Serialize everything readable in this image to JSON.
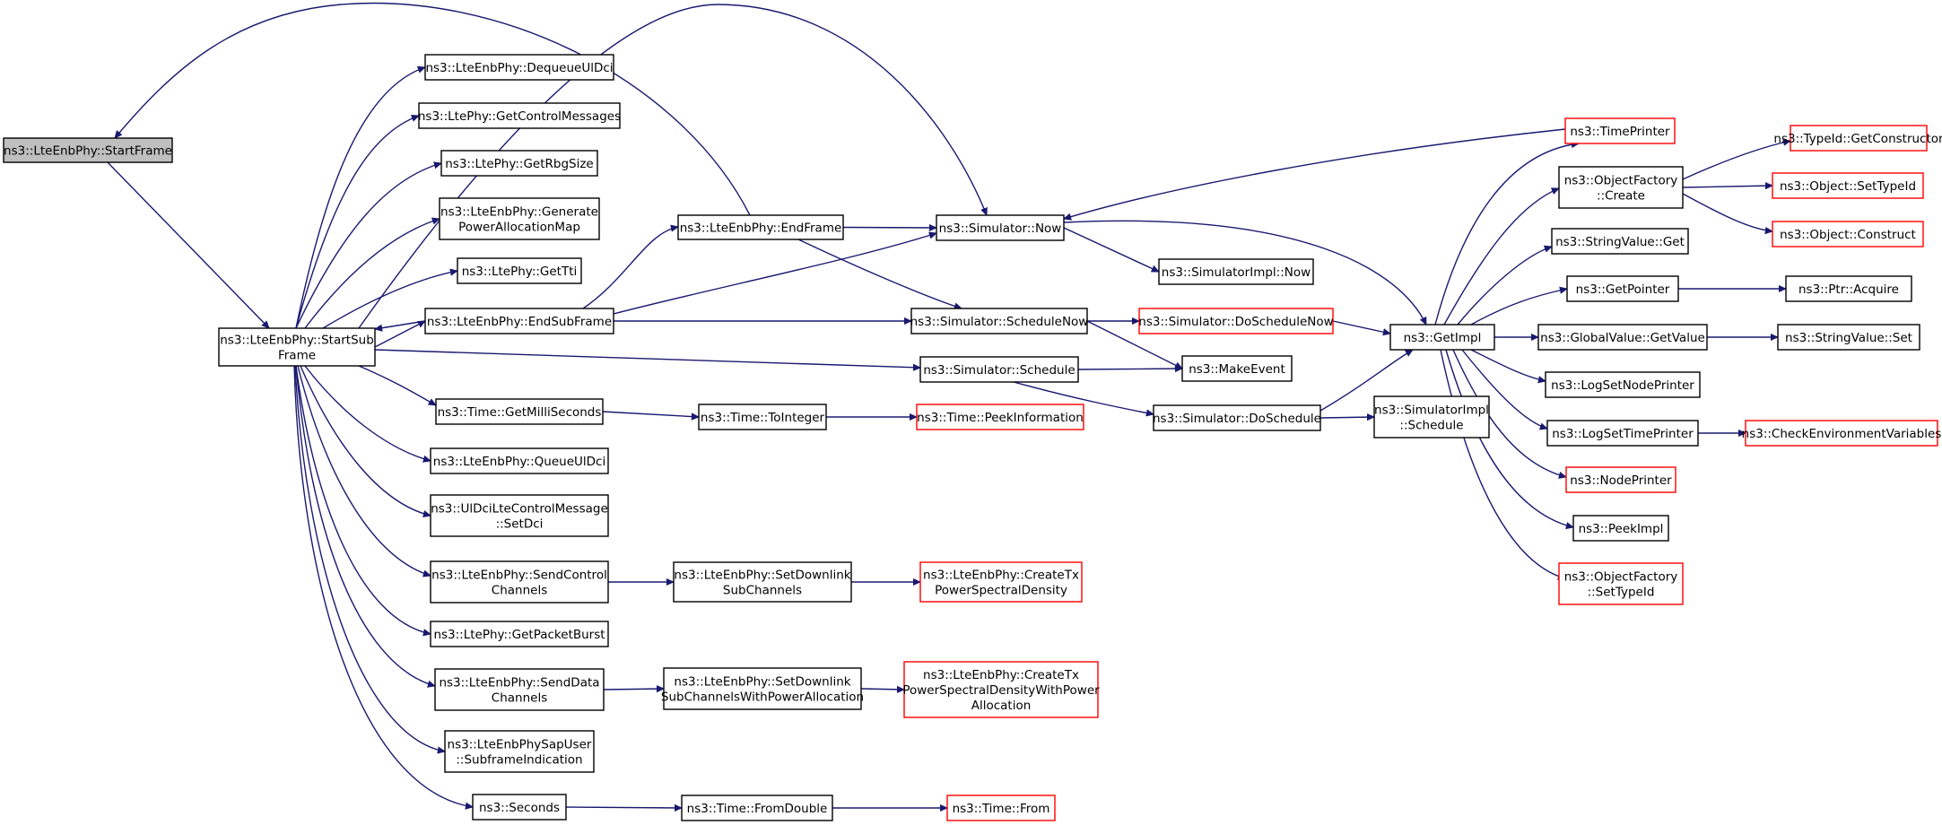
{
  "title": "",
  "colors": {
    "edge": "#191970",
    "node_border": "#000000",
    "external_node_border": "#ff0000",
    "root_fill": "#bfbfbf",
    "background": "#ffffff"
  },
  "nodes": [
    {
      "id": "startframe",
      "lines": [
        "ns3::LteEnbPhy::StartFrame"
      ],
      "kind": "root"
    },
    {
      "id": "startsubframe",
      "lines": [
        "ns3::LteEnbPhy::StartSub",
        "Frame"
      ],
      "kind": "normal"
    },
    {
      "id": "dequeueuldci",
      "lines": [
        "ns3::LteEnbPhy::DequeueUlDci"
      ],
      "kind": "normal"
    },
    {
      "id": "getcontrolmessages",
      "lines": [
        "ns3::LtePhy::GetControlMessages"
      ],
      "kind": "normal"
    },
    {
      "id": "getrbgsize",
      "lines": [
        "ns3::LtePhy::GetRbgSize"
      ],
      "kind": "normal"
    },
    {
      "id": "generatepam",
      "lines": [
        "ns3::LteEnbPhy::Generate",
        "PowerAllocationMap"
      ],
      "kind": "normal"
    },
    {
      "id": "gettti",
      "lines": [
        "ns3::LtePhy::GetTti"
      ],
      "kind": "normal"
    },
    {
      "id": "endsubframe",
      "lines": [
        "ns3::LteEnbPhy::EndSubFrame"
      ],
      "kind": "normal"
    },
    {
      "id": "getmilliseconds",
      "lines": [
        "ns3::Time::GetMilliSeconds"
      ],
      "kind": "normal"
    },
    {
      "id": "queueuldci",
      "lines": [
        "ns3::LteEnbPhy::QueueUlDci"
      ],
      "kind": "normal"
    },
    {
      "id": "setdci",
      "lines": [
        "ns3::UlDciLteControlMessage",
        "::SetDci"
      ],
      "kind": "normal"
    },
    {
      "id": "sendcontrol",
      "lines": [
        "ns3::LteEnbPhy::SendControl",
        "Channels"
      ],
      "kind": "normal"
    },
    {
      "id": "getpacketburst",
      "lines": [
        "ns3::LtePhy::GetPacketBurst"
      ],
      "kind": "normal"
    },
    {
      "id": "senddata",
      "lines": [
        "ns3::LteEnbPhy::SendData",
        "Channels"
      ],
      "kind": "normal"
    },
    {
      "id": "subframeindication",
      "lines": [
        "ns3::LteEnbPhySapUser",
        "::SubframeIndication"
      ],
      "kind": "normal"
    },
    {
      "id": "seconds",
      "lines": [
        "ns3::Seconds"
      ],
      "kind": "normal"
    },
    {
      "id": "endframe",
      "lines": [
        "ns3::LteEnbPhy::EndFrame"
      ],
      "kind": "normal"
    },
    {
      "id": "toInteger",
      "lines": [
        "ns3::Time::ToInteger"
      ],
      "kind": "normal"
    },
    {
      "id": "setdownlink",
      "lines": [
        "ns3::LteEnbPhy::SetDownlink",
        "SubChannels"
      ],
      "kind": "normal"
    },
    {
      "id": "setdownlinkpa",
      "lines": [
        "ns3::LteEnbPhy::SetDownlink",
        "SubChannelsWithPowerAllocation"
      ],
      "kind": "normal"
    },
    {
      "id": "fromdouble",
      "lines": [
        "ns3::Time::FromDouble"
      ],
      "kind": "normal"
    },
    {
      "id": "simnow",
      "lines": [
        "ns3::Simulator::Now"
      ],
      "kind": "normal"
    },
    {
      "id": "schedulenow",
      "lines": [
        "ns3::Simulator::ScheduleNow"
      ],
      "kind": "normal"
    },
    {
      "id": "schedule",
      "lines": [
        "ns3::Simulator::Schedule"
      ],
      "kind": "normal"
    },
    {
      "id": "peekinformation",
      "lines": [
        "ns3::Time::PeekInformation"
      ],
      "kind": "external"
    },
    {
      "id": "createtxpsd",
      "lines": [
        "ns3::LteEnbPhy::CreateTx",
        "PowerSpectralDensity"
      ],
      "kind": "external"
    },
    {
      "id": "createtxpsdwpa",
      "lines": [
        "ns3::LteEnbPhy::CreateTx",
        "PowerSpectralDensityWithPower",
        "Allocation"
      ],
      "kind": "external"
    },
    {
      "id": "timefrom",
      "lines": [
        "ns3::Time::From"
      ],
      "kind": "external"
    },
    {
      "id": "simimplnow",
      "lines": [
        "ns3::SimulatorImpl::Now"
      ],
      "kind": "normal"
    },
    {
      "id": "doschedulenow",
      "lines": [
        "ns3::Simulator::DoScheduleNow"
      ],
      "kind": "external"
    },
    {
      "id": "makeevent",
      "lines": [
        "ns3::MakeEvent"
      ],
      "kind": "normal"
    },
    {
      "id": "doschedule",
      "lines": [
        "ns3::Simulator::DoSchedule"
      ],
      "kind": "normal"
    },
    {
      "id": "simimplschedule",
      "lines": [
        "ns3::SimulatorImpl",
        "::Schedule"
      ],
      "kind": "normal"
    },
    {
      "id": "getimpl",
      "lines": [
        "ns3::GetImpl"
      ],
      "kind": "normal"
    },
    {
      "id": "timeprinter",
      "lines": [
        "ns3::TimePrinter"
      ],
      "kind": "external"
    },
    {
      "id": "objfactorycreate",
      "lines": [
        "ns3::ObjectFactory",
        "::Create"
      ],
      "kind": "normal"
    },
    {
      "id": "stringvalueget",
      "lines": [
        "ns3::StringValue::Get"
      ],
      "kind": "normal"
    },
    {
      "id": "getpointer",
      "lines": [
        "ns3::GetPointer"
      ],
      "kind": "normal"
    },
    {
      "id": "globalvaluegetvalue",
      "lines": [
        "ns3::GlobalValue::GetValue"
      ],
      "kind": "normal"
    },
    {
      "id": "logsetnodeprinter",
      "lines": [
        "ns3::LogSetNodePrinter"
      ],
      "kind": "normal"
    },
    {
      "id": "logsettimeprinter",
      "lines": [
        "ns3::LogSetTimePrinter"
      ],
      "kind": "normal"
    },
    {
      "id": "nodeprinter",
      "lines": [
        "ns3::NodePrinter"
      ],
      "kind": "external"
    },
    {
      "id": "peekimpl",
      "lines": [
        "ns3::PeekImpl"
      ],
      "kind": "normal"
    },
    {
      "id": "objfactorysettypeid",
      "lines": [
        "ns3::ObjectFactory",
        "::SetTypeId"
      ],
      "kind": "external"
    },
    {
      "id": "getconstructor",
      "lines": [
        "ns3::TypeId::GetConstructor"
      ],
      "kind": "external"
    },
    {
      "id": "objectsettypeid",
      "lines": [
        "ns3::Object::SetTypeId"
      ],
      "kind": "external"
    },
    {
      "id": "objectconstruct",
      "lines": [
        "ns3::Object::Construct"
      ],
      "kind": "external"
    },
    {
      "id": "ptracquire",
      "lines": [
        "ns3::Ptr::Acquire"
      ],
      "kind": "normal"
    },
    {
      "id": "stringvalueset",
      "lines": [
        "ns3::StringValue::Set"
      ],
      "kind": "normal"
    },
    {
      "id": "checkenvvars",
      "lines": [
        "ns3::CheckEnvironmentVariables"
      ],
      "kind": "external"
    }
  ],
  "edges": [
    [
      "startframe",
      "startsubframe"
    ],
    [
      "endframe",
      "startframe"
    ],
    [
      "startsubframe",
      "dequeueuldci"
    ],
    [
      "startsubframe",
      "getcontrolmessages"
    ],
    [
      "startsubframe",
      "getrbgsize"
    ],
    [
      "startsubframe",
      "generatepam"
    ],
    [
      "startsubframe",
      "gettti"
    ],
    [
      "startsubframe",
      "endsubframe"
    ],
    [
      "endsubframe",
      "startsubframe"
    ],
    [
      "startsubframe",
      "getmilliseconds"
    ],
    [
      "startsubframe",
      "queueuldci"
    ],
    [
      "startsubframe",
      "setdci"
    ],
    [
      "startsubframe",
      "sendcontrol"
    ],
    [
      "startsubframe",
      "getpacketburst"
    ],
    [
      "startsubframe",
      "senddata"
    ],
    [
      "startsubframe",
      "subframeindication"
    ],
    [
      "startsubframe",
      "seconds"
    ],
    [
      "startsubframe",
      "simnow"
    ],
    [
      "startsubframe",
      "schedule"
    ],
    [
      "endsubframe",
      "endframe"
    ],
    [
      "endsubframe",
      "simnow"
    ],
    [
      "endsubframe",
      "schedulenow"
    ],
    [
      "endframe",
      "simnow"
    ],
    [
      "endframe",
      "schedulenow"
    ],
    [
      "getmilliseconds",
      "toInteger"
    ],
    [
      "toInteger",
      "peekinformation"
    ],
    [
      "sendcontrol",
      "setdownlink"
    ],
    [
      "setdownlink",
      "createtxpsd"
    ],
    [
      "senddata",
      "setdownlinkpa"
    ],
    [
      "setdownlinkpa",
      "createtxpsdwpa"
    ],
    [
      "seconds",
      "fromdouble"
    ],
    [
      "fromdouble",
      "timefrom"
    ],
    [
      "simnow",
      "simimplnow"
    ],
    [
      "simnow",
      "getimpl"
    ],
    [
      "schedulenow",
      "doschedulenow"
    ],
    [
      "schedulenow",
      "makeevent"
    ],
    [
      "schedule",
      "makeevent"
    ],
    [
      "schedule",
      "doschedule"
    ],
    [
      "doschedulenow",
      "getimpl"
    ],
    [
      "doschedule",
      "getimpl"
    ],
    [
      "doschedule",
      "simimplschedule"
    ],
    [
      "timeprinter",
      "simnow"
    ],
    [
      "getimpl",
      "timeprinter"
    ],
    [
      "getimpl",
      "objfactorycreate"
    ],
    [
      "getimpl",
      "stringvalueget"
    ],
    [
      "getimpl",
      "getpointer"
    ],
    [
      "getimpl",
      "globalvaluegetvalue"
    ],
    [
      "getimpl",
      "logsetnodeprinter"
    ],
    [
      "getimpl",
      "logsettimeprinter"
    ],
    [
      "getimpl",
      "nodeprinter"
    ],
    [
      "getimpl",
      "peekimpl"
    ],
    [
      "getimpl",
      "objfactorysettypeid"
    ],
    [
      "objfactorycreate",
      "getconstructor"
    ],
    [
      "objfactorycreate",
      "objectsettypeid"
    ],
    [
      "objfactorycreate",
      "objectconstruct"
    ],
    [
      "getpointer",
      "ptracquire"
    ],
    [
      "globalvaluegetvalue",
      "stringvalueset"
    ],
    [
      "logsettimeprinter",
      "checkenvvars"
    ]
  ]
}
